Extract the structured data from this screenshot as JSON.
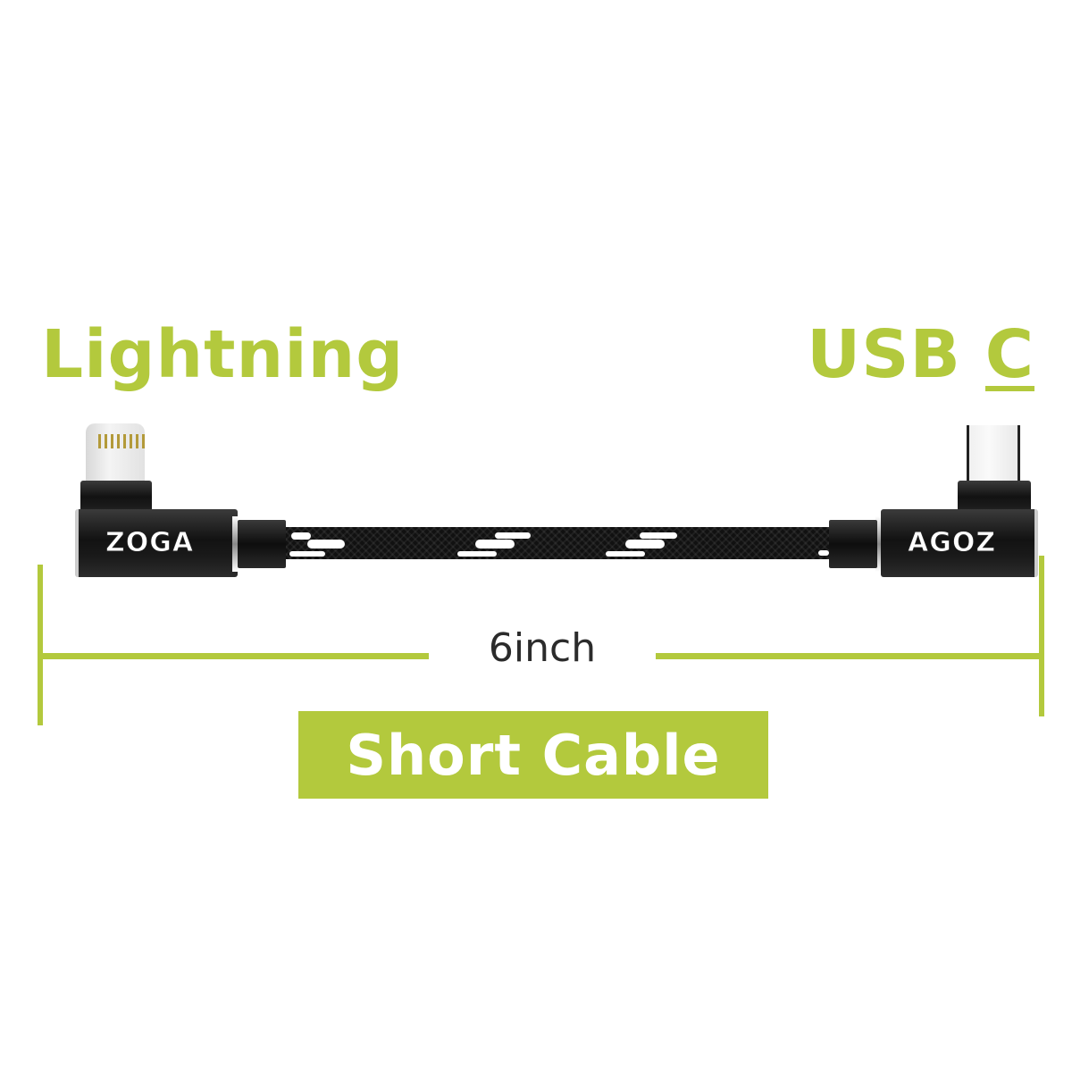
{
  "labels": {
    "left_connector": "Lightning",
    "right_connector_prefix": "USB ",
    "right_connector_suffix": "C"
  },
  "cable": {
    "brand_left": "ZOGA",
    "brand_right": "AGOZ",
    "length": "6inch",
    "badge": "Short Cable"
  },
  "colors": {
    "accent": "#b3c93d",
    "cable": "#111111",
    "text_dark": "#2b2b2b",
    "badge_text": "#ffffff"
  }
}
